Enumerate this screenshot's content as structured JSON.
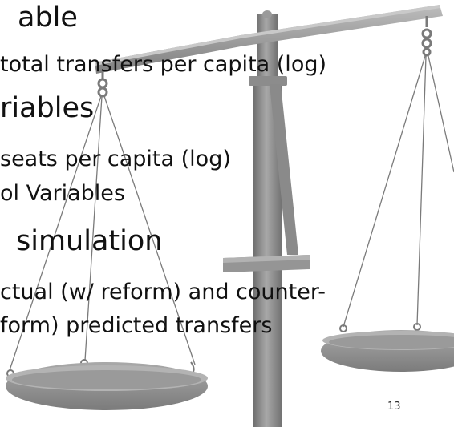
{
  "slide": {
    "lines": [
      "able",
      "total transfers per capita (log)",
      "riables",
      "seats per capita (log)",
      "ol Variables",
      "simulation",
      "ctual (w/ reform) and counter-",
      "form) predicted transfers"
    ],
    "page_number": "13"
  },
  "background_image": {
    "icon": "balance-scale-icon",
    "colors": {
      "beam": "#8a8a8a",
      "beam_top": "#b8b8b8",
      "post": "#7d7d7d",
      "post_highlight": "#a6a6a6",
      "pan": "#8e8e8e",
      "pan_rim": "#b5b5b5",
      "chain": "#7a7a7a"
    }
  }
}
